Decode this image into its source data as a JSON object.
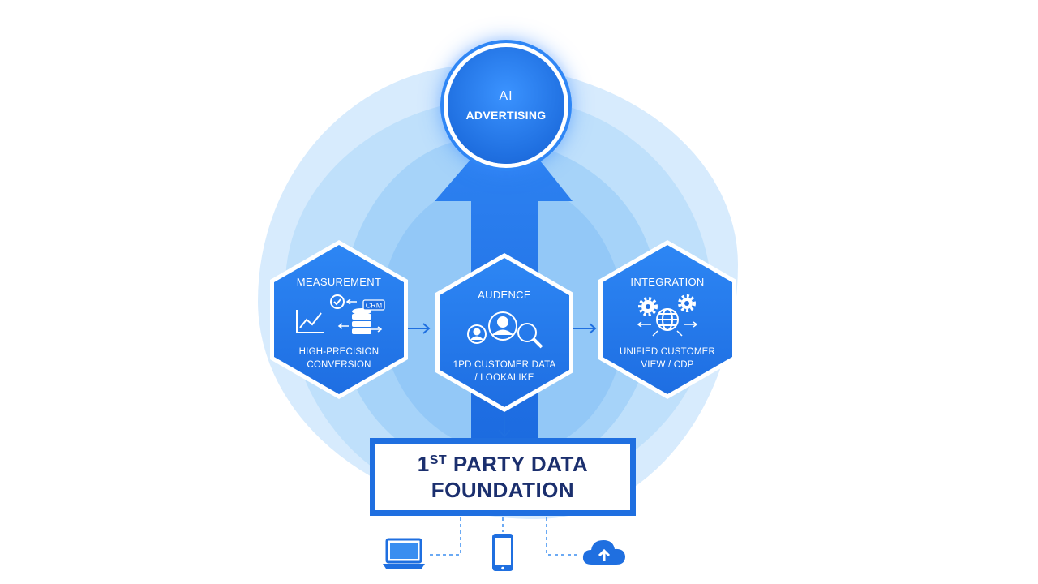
{
  "top": {
    "line1": "AI",
    "line2": "ADVERTISING"
  },
  "hexagons": {
    "measurement": {
      "title": "MEASUREMENT",
      "badge": "CRM",
      "desc1": "HIGH-PRECISION",
      "desc2": "CONVERSION"
    },
    "audience": {
      "title": "AUDENCE",
      "desc1": "1PD CUSTOMER DATA",
      "desc2": "/ LOOKALIKE"
    },
    "integration": {
      "title": "INTEGRATION",
      "desc1": "UNIFIED CUSTOMER",
      "desc2": "VIEW / CDP"
    }
  },
  "foundation": {
    "num": "1",
    "sup": "ST",
    "rest": " PARTY DATA",
    "line2": "FOUNDATION"
  },
  "icons": [
    "line-chart-icon",
    "check-circle-icon",
    "database-icon",
    "users-search-icon",
    "gears-icon",
    "globe-icon",
    "laptop-icon",
    "smartphone-icon",
    "cloud-upload-icon"
  ],
  "colors": {
    "primary": "#1f6fe0",
    "accent": "#2d86f4",
    "text_dark": "#1b2f6e",
    "background": "#ffffff"
  }
}
